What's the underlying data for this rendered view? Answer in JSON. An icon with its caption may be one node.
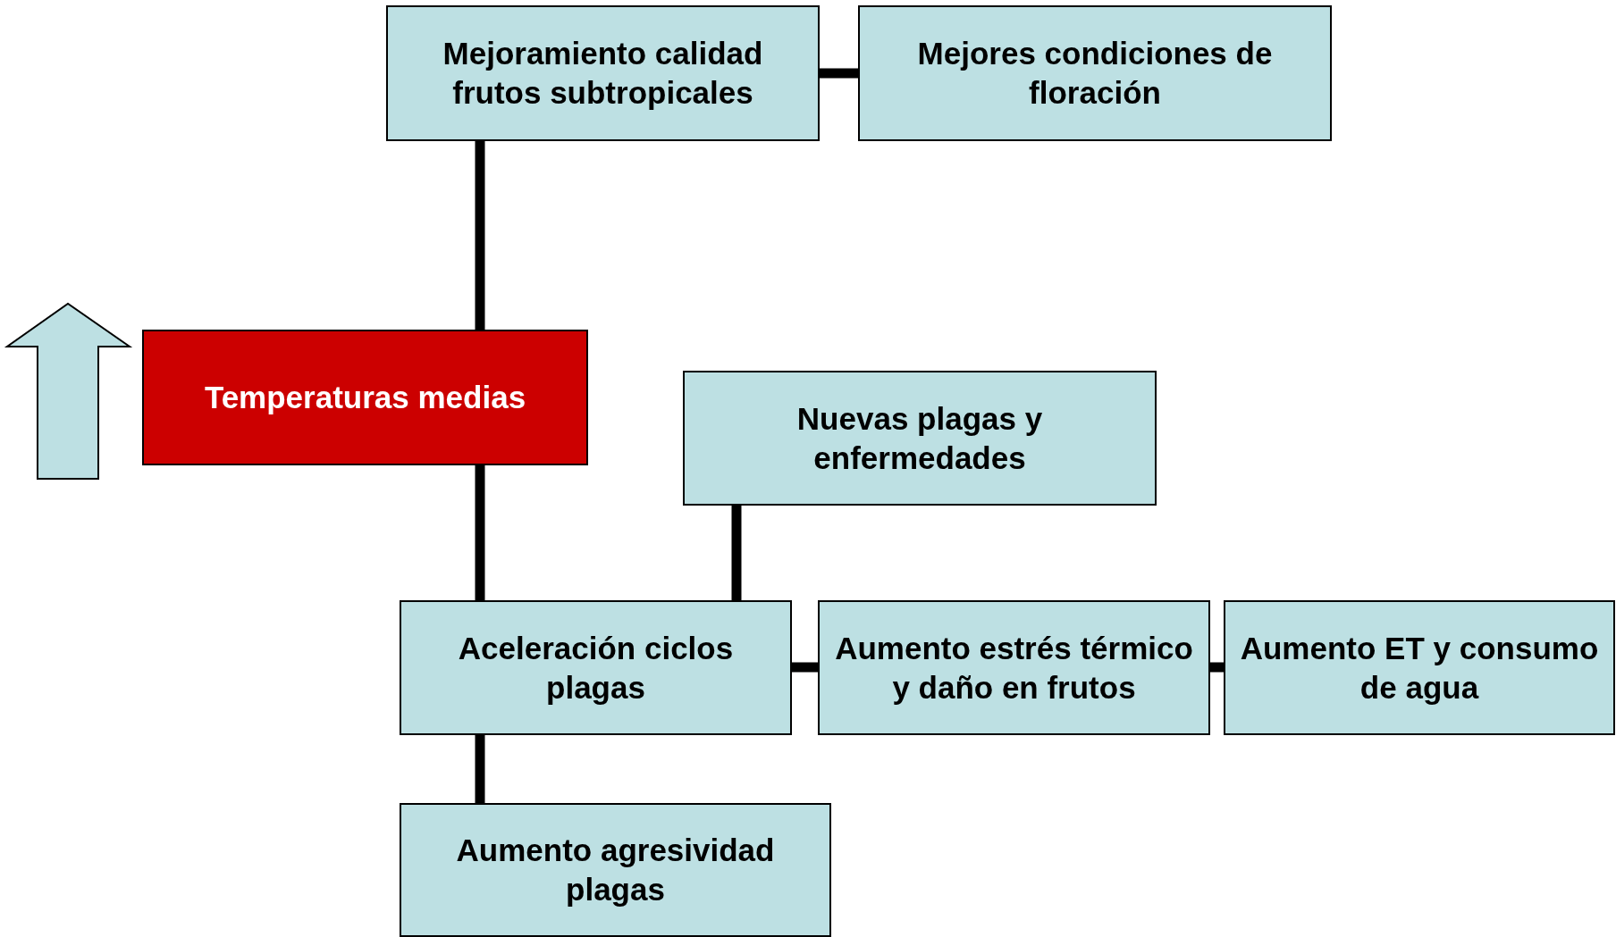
{
  "diagram": {
    "nodes": [
      {
        "text": [
          "Mejoramiento calidad frutos subtropicales"
        ]
      },
      {
        "text": [
          "Mejores condiciones de floración"
        ]
      },
      {
        "text": [
          "Temperaturas medias"
        ]
      },
      {
        "text": [
          "Nuevas plagas y enfermedades"
        ]
      },
      {
        "text": [
          "Aceleración ciclos plagas"
        ]
      },
      {
        "text": [
          "Aumento estrés térmico y daño en frutos"
        ]
      },
      {
        "text": [
          "Aumento ET y consumo de agua"
        ]
      },
      {
        "text": [
          "Aumento agresividad plagas"
        ]
      }
    ],
    "edges": [
      {
        "from": 2,
        "to": 0,
        "arrow": "none"
      },
      {
        "from": 0,
        "to": 1,
        "arrow": "none"
      },
      {
        "from": 2,
        "to": 4,
        "arrow": "none"
      },
      {
        "from": 4,
        "to": 3,
        "arrow": "none"
      },
      {
        "from": 4,
        "to": 5,
        "arrow": "none"
      },
      {
        "from": 5,
        "to": 6,
        "arrow": "none"
      },
      {
        "from": 4,
        "to": 7,
        "arrow": "none"
      }
    ]
  }
}
